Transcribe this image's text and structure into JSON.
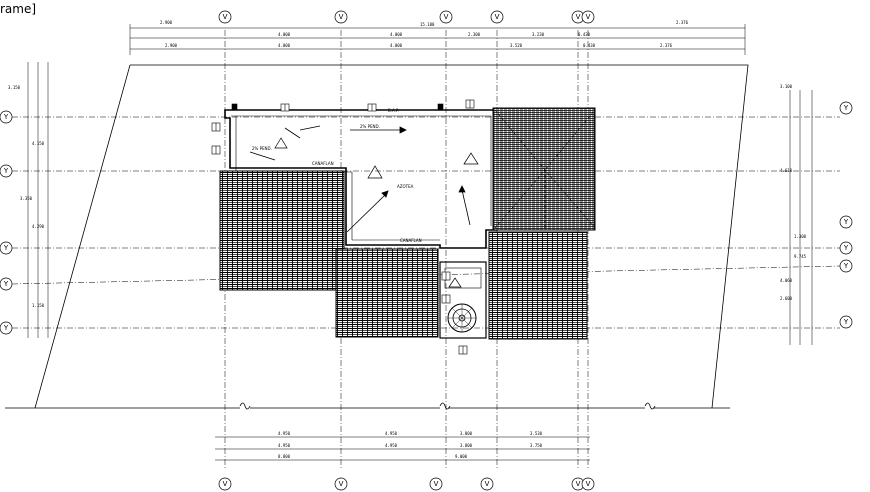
{
  "window": {
    "frame_label": "rame]"
  },
  "grid": {
    "vertical_axis_label": "V",
    "horizontal_axis_label": "Y"
  },
  "dimensions": {
    "top_overall": "15.100",
    "top_left": "2.900",
    "top_right": "2.376",
    "top_row1": [
      "4.000",
      "4.000",
      "2.300",
      "3.230",
      "0.430"
    ],
    "top_row2": [
      "2.900",
      "4.000",
      "4.000",
      "3.520",
      "0.430",
      "2.376"
    ],
    "bottom_row1": [
      "4.950",
      "4.950",
      "3.800",
      "3.530"
    ],
    "bottom_row2": [
      "4.950",
      "4.950",
      "3.800",
      "3.750"
    ],
    "bottom_row3": [
      "8.800",
      "9.000"
    ],
    "left_col": [
      "3.150",
      "4.150",
      "3.350",
      "4.290",
      "1.150"
    ],
    "right_col": [
      "3.100",
      "4.610",
      "1.300",
      "4.060",
      "2.600",
      "9.745"
    ]
  },
  "labels": {
    "azotea": "AZOTEA",
    "canaflan_1": "CANAFLAN",
    "canaflan_2": "CANAFLAN",
    "pendiente_1": "2% PEND.",
    "pendiente_2": "2% PEND.",
    "bajada": "B.A.P."
  }
}
